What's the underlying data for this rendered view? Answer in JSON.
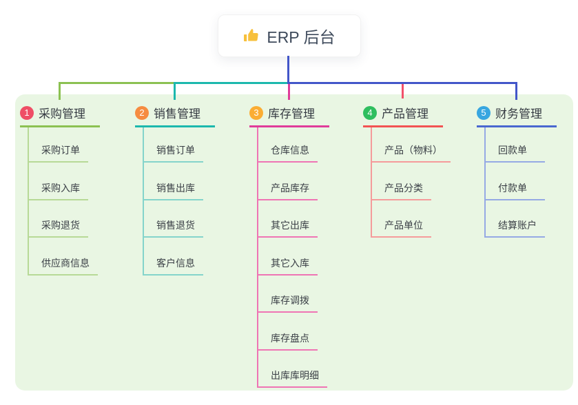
{
  "root": {
    "label": "ERP 后台",
    "icon": "thumbs-up-icon",
    "icon_color": "#f7c03c"
  },
  "branches": [
    {
      "number": "1",
      "title": "采购管理",
      "badge_color": "#ef4e66",
      "line_color": "#8cc152",
      "child_line_color": "#b7d996",
      "children": [
        "采购订单",
        "采购入库",
        "采购退货",
        "供应商信息"
      ]
    },
    {
      "number": "2",
      "title": "销售管理",
      "badge_color": "#f68c41",
      "line_color": "#1cb8ad",
      "child_line_color": "#84d4cb",
      "children": [
        "销售订单",
        "销售出库",
        "销售退货",
        "客户信息"
      ]
    },
    {
      "number": "3",
      "title": "库存管理",
      "badge_color": "#fbad33",
      "line_color": "#e03c9a",
      "child_line_color": "#ef74b4",
      "children": [
        "仓库信息",
        "产品库存",
        "其它出库",
        "其它入库",
        "库存调拨",
        "库存盘点",
        "出库库明细"
      ]
    },
    {
      "number": "4",
      "title": "产品管理",
      "badge_color": "#2fbe5f",
      "line_color": "#f25353",
      "child_line_color": "#f59b9b",
      "children": [
        "产品（物料）",
        "产品分类",
        "产品单位"
      ]
    },
    {
      "number": "5",
      "title": "财务管理",
      "badge_color": "#38a6e0",
      "line_color": "#4a67d0",
      "child_line_color": "#95a9e4",
      "children": [
        "回款单",
        "付款单",
        "结算账户"
      ]
    }
  ],
  "colors": {
    "canvas_background": "#ffffff",
    "panel_background": "#e9f6e3",
    "root_connector": "#4356c9",
    "branch3_drop": "#e03c9a",
    "branch4_drop": "#f2506a",
    "root_text": "#3e4a5b",
    "title_text": "#363b43",
    "child_text": "#3a3f46"
  }
}
